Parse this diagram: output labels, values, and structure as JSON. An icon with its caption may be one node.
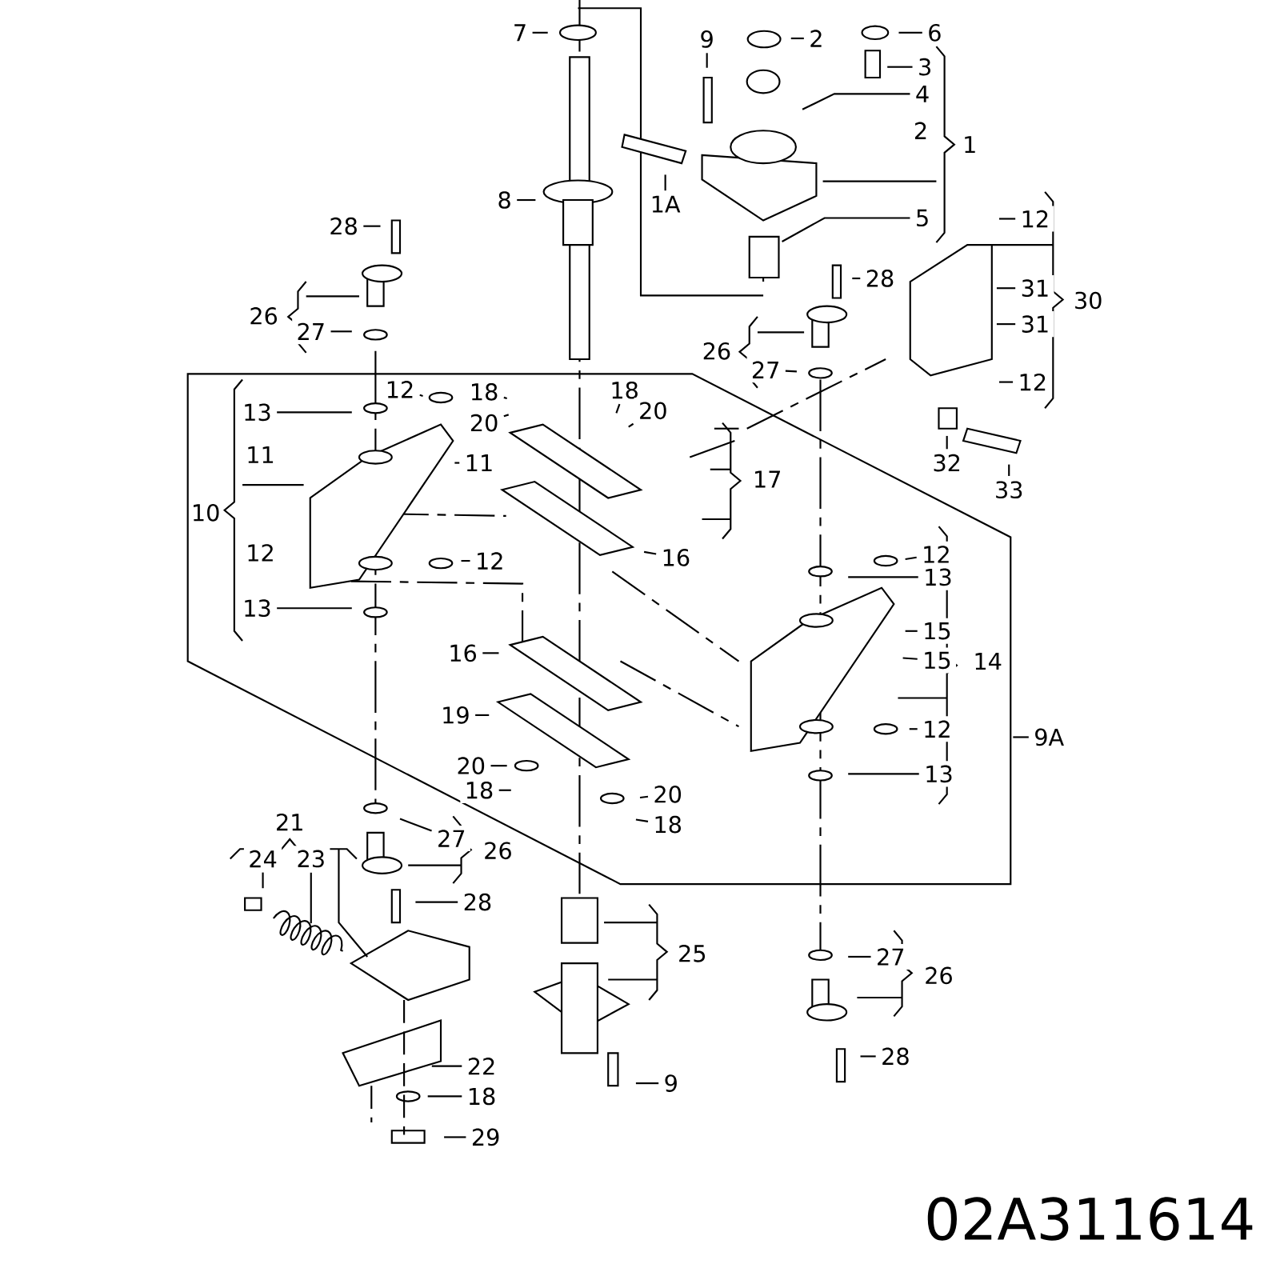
{
  "diagram": {
    "nodes": [
      {
        "text": [
          "7"
        ]
      },
      {
        "text": [
          "9"
        ]
      },
      {
        "text": [
          "2"
        ]
      },
      {
        "text": [
          "6"
        ]
      },
      {
        "text": [
          "3"
        ]
      },
      {
        "text": [
          "4"
        ]
      },
      {
        "text": [
          "1A"
        ]
      },
      {
        "text": [
          "8"
        ]
      },
      {
        "text": [
          "5"
        ]
      },
      {
        "text": [
          "28"
        ]
      },
      {
        "text": [
          "12"
        ]
      },
      {
        "text": [
          "28"
        ]
      },
      {
        "text": [
          "31"
        ]
      },
      {
        "text": [
          "31"
        ]
      },
      {
        "text": [
          "27"
        ]
      },
      {
        "text": [
          "27"
        ]
      },
      {
        "text": [
          "12"
        ]
      },
      {
        "text": [
          "12"
        ]
      },
      {
        "text": [
          "18"
        ]
      },
      {
        "text": [
          "18"
        ]
      },
      {
        "text": [
          "13"
        ]
      },
      {
        "text": [
          "20"
        ]
      },
      {
        "text": [
          "20"
        ]
      },
      {
        "text": [
          "32"
        ]
      },
      {
        "text": [
          "11"
        ]
      },
      {
        "text": [
          "33"
        ]
      },
      {
        "text": [
          "12"
        ]
      },
      {
        "text": [
          "16"
        ]
      },
      {
        "text": [
          "12"
        ]
      },
      {
        "text": [
          "13"
        ]
      },
      {
        "text": [
          "13"
        ]
      },
      {
        "text": [
          "15"
        ]
      },
      {
        "text": [
          "16"
        ]
      },
      {
        "text": [
          "15"
        ]
      },
      {
        "text": [
          "19"
        ]
      },
      {
        "text": [
          "12"
        ]
      },
      {
        "text": [
          "9A"
        ]
      },
      {
        "text": [
          "20"
        ]
      },
      {
        "text": [
          "13"
        ]
      },
      {
        "text": [
          "18"
        ]
      },
      {
        "text": [
          "20"
        ]
      },
      {
        "text": [
          "18"
        ]
      },
      {
        "text": [
          "27"
        ]
      },
      {
        "text": [
          "24"
        ]
      },
      {
        "text": [
          "23"
        ]
      },
      {
        "text": [
          "28"
        ]
      },
      {
        "text": [
          "27"
        ]
      },
      {
        "text": [
          "28"
        ]
      },
      {
        "text": [
          "22"
        ]
      },
      {
        "text": [
          "9"
        ]
      },
      {
        "text": [
          "18"
        ]
      },
      {
        "text": [
          "29"
        ]
      }
    ],
    "edges": [
      {
        "from": 0,
        "to": null,
        "arrow": "none"
      },
      {
        "from": 1,
        "to": null,
        "arrow": "none"
      },
      {
        "from": 2,
        "to": null,
        "arrow": "none"
      },
      {
        "from": 3,
        "to": null,
        "arrow": "none"
      },
      {
        "from": 4,
        "to": null,
        "arrow": "none"
      },
      {
        "from": 5,
        "to": null,
        "arrow": "none"
      },
      {
        "from": 6,
        "to": null,
        "arrow": "none"
      },
      {
        "from": 7,
        "to": null,
        "arrow": "none"
      },
      {
        "from": 8,
        "to": null,
        "arrow": "none"
      },
      {
        "from": 9,
        "to": null,
        "arrow": "none"
      },
      {
        "from": 10,
        "to": null,
        "arrow": "none"
      },
      {
        "from": 11,
        "to": null,
        "arrow": "none"
      },
      {
        "from": 12,
        "to": null,
        "arrow": "none"
      },
      {
        "from": 13,
        "to": null,
        "arrow": "none"
      },
      {
        "from": 14,
        "to": null,
        "arrow": "none"
      },
      {
        "from": 15,
        "to": null,
        "arrow": "none"
      },
      {
        "from": 16,
        "to": null,
        "arrow": "none"
      },
      {
        "from": 17,
        "to": null,
        "arrow": "none"
      },
      {
        "from": 18,
        "to": null,
        "arrow": "none"
      },
      {
        "from": 19,
        "to": null,
        "arrow": "none"
      },
      {
        "from": 20,
        "to": null,
        "arrow": "none"
      },
      {
        "from": 21,
        "to": null,
        "arrow": "none"
      },
      {
        "from": 22,
        "to": null,
        "arrow": "none"
      },
      {
        "from": 23,
        "to": null,
        "arrow": "none"
      },
      {
        "from": 24,
        "to": null,
        "arrow": "none"
      },
      {
        "from": 25,
        "to": null,
        "arrow": "none"
      },
      {
        "from": 26,
        "to": null,
        "arrow": "none"
      },
      {
        "from": 27,
        "to": null,
        "arrow": "none"
      },
      {
        "from": 28,
        "to": null,
        "arrow": "none"
      },
      {
        "from": 29,
        "to": null,
        "arrow": "none"
      },
      {
        "from": 30,
        "to": null,
        "arrow": "none"
      },
      {
        "from": 31,
        "to": null,
        "arrow": "none"
      },
      {
        "from": 32,
        "to": null,
        "arrow": "none"
      },
      {
        "from": 33,
        "to": null,
        "arrow": "none"
      },
      {
        "from": 34,
        "to": null,
        "arrow": "none"
      },
      {
        "from": 35,
        "to": null,
        "arrow": "none"
      },
      {
        "from": 36,
        "to": null,
        "arrow": "none"
      },
      {
        "from": 37,
        "to": null,
        "arrow": "none"
      },
      {
        "from": 38,
        "to": null,
        "arrow": "none"
      },
      {
        "from": 39,
        "to": null,
        "arrow": "none"
      },
      {
        "from": 40,
        "to": null,
        "arrow": "none"
      },
      {
        "from": 41,
        "to": null,
        "arrow": "none"
      },
      {
        "from": 42,
        "to": null,
        "arrow": "none"
      },
      {
        "from": 43,
        "to": null,
        "arrow": "none"
      },
      {
        "from": 44,
        "to": null,
        "arrow": "none"
      },
      {
        "from": 45,
        "to": null,
        "arrow": "none"
      },
      {
        "from": 46,
        "to": null,
        "arrow": "none"
      },
      {
        "from": 47,
        "to": null,
        "arrow": "none"
      },
      {
        "from": 48,
        "to": null,
        "arrow": "none"
      },
      {
        "from": 49,
        "to": null,
        "arrow": "none"
      },
      {
        "from": 50,
        "to": null,
        "arrow": "none"
      },
      {
        "from": 51,
        "to": null,
        "arrow": "none"
      }
    ],
    "labels": [
      "2",
      "1",
      "30",
      "26",
      "26",
      "11",
      "17",
      "10",
      "12",
      "14",
      "21",
      "26",
      "25",
      "26",
      "02A311614"
    ]
  }
}
